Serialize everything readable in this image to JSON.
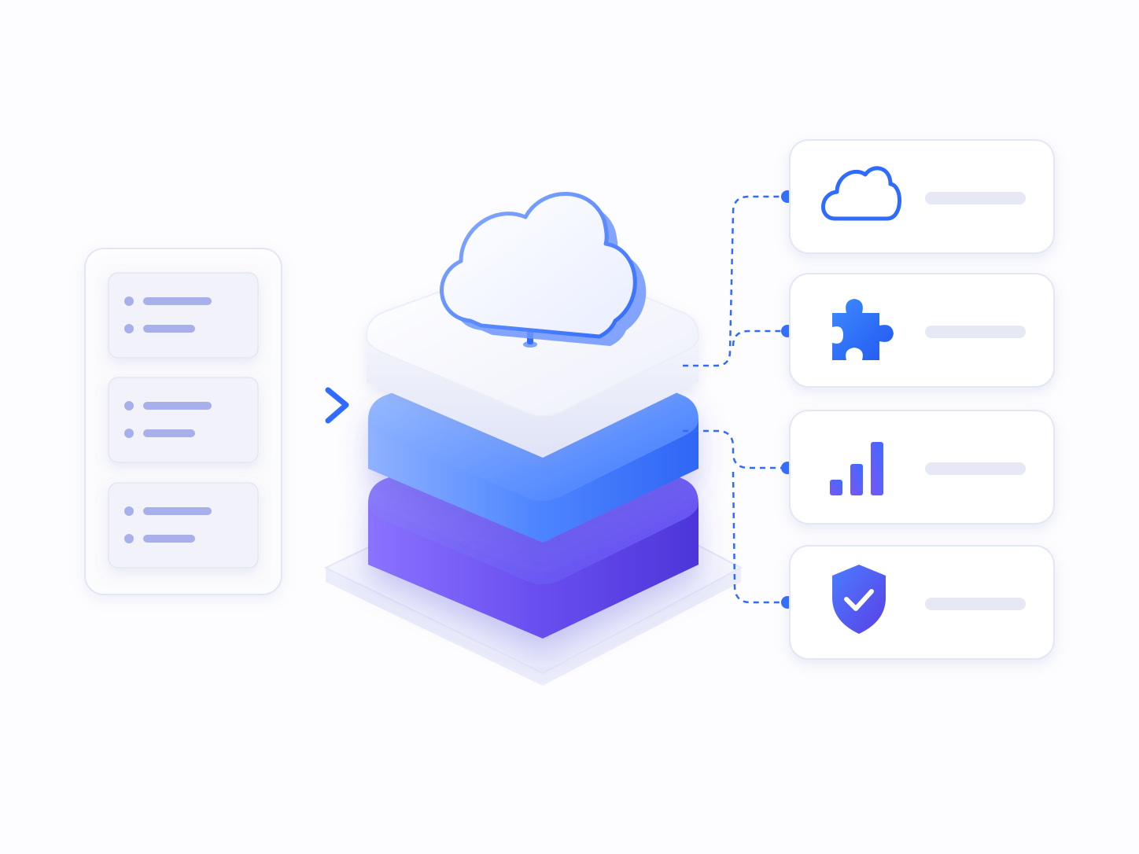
{
  "colors": {
    "background": "#fdfdff",
    "panel_border": "#e3e6f5",
    "panel_fill": "#ffffff",
    "skeleton_bar": "#e6e8f5",
    "list_bullet": "#a8b0ec",
    "list_line": "#a8b0ec",
    "accent_blue": "#2f6bff",
    "accent_indigo": "#5b5cf2",
    "layer_top": "#eef0fb",
    "layer_middle": "#4f86ff",
    "layer_bottom": "#6a4ff0",
    "connector_dash": "#2f6bff"
  },
  "source_panel": {
    "card_count_shown": 3,
    "lines_per_card": 2
  },
  "stack": {
    "layers": [
      "white-layer",
      "blue-layer",
      "violet-layer"
    ],
    "top_icon": "cloud-icon"
  },
  "features": [
    {
      "icon": "cloud-outline-icon"
    },
    {
      "icon": "puzzle-piece-icon"
    },
    {
      "icon": "bar-chart-icon"
    },
    {
      "icon": "shield-check-icon"
    }
  ]
}
